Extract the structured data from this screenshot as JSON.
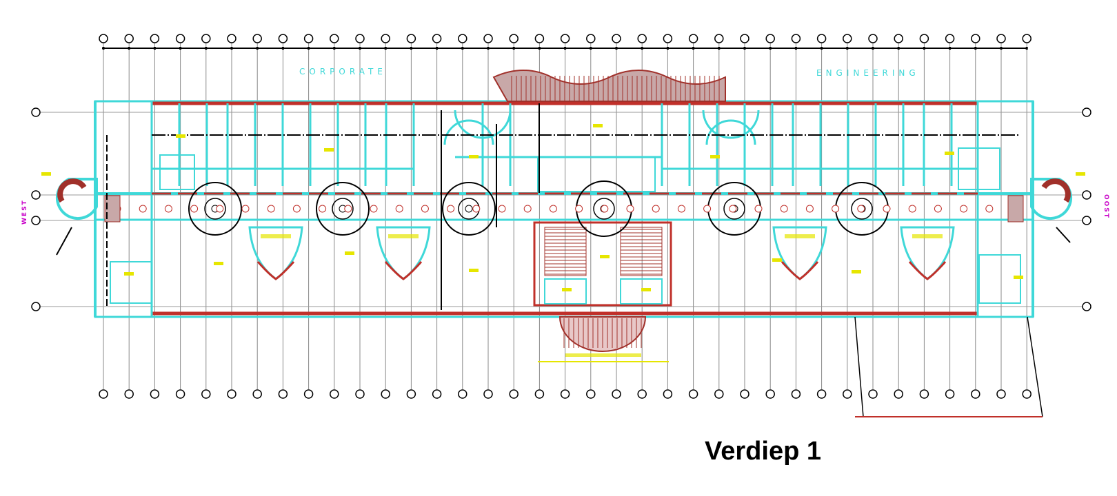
{
  "title": "Verdiep 1",
  "zones": {
    "corporate": "CORPORATE",
    "engineering": "ENGINEERING"
  },
  "orientation": {
    "west": "WEST",
    "east": "OOST"
  },
  "colors": {
    "walls": "#3fd8d8",
    "facade": "#c0302a",
    "structure": "#000000",
    "annotation": "#e6e600",
    "orientation": "#c800c8",
    "grid": "#808080"
  }
}
